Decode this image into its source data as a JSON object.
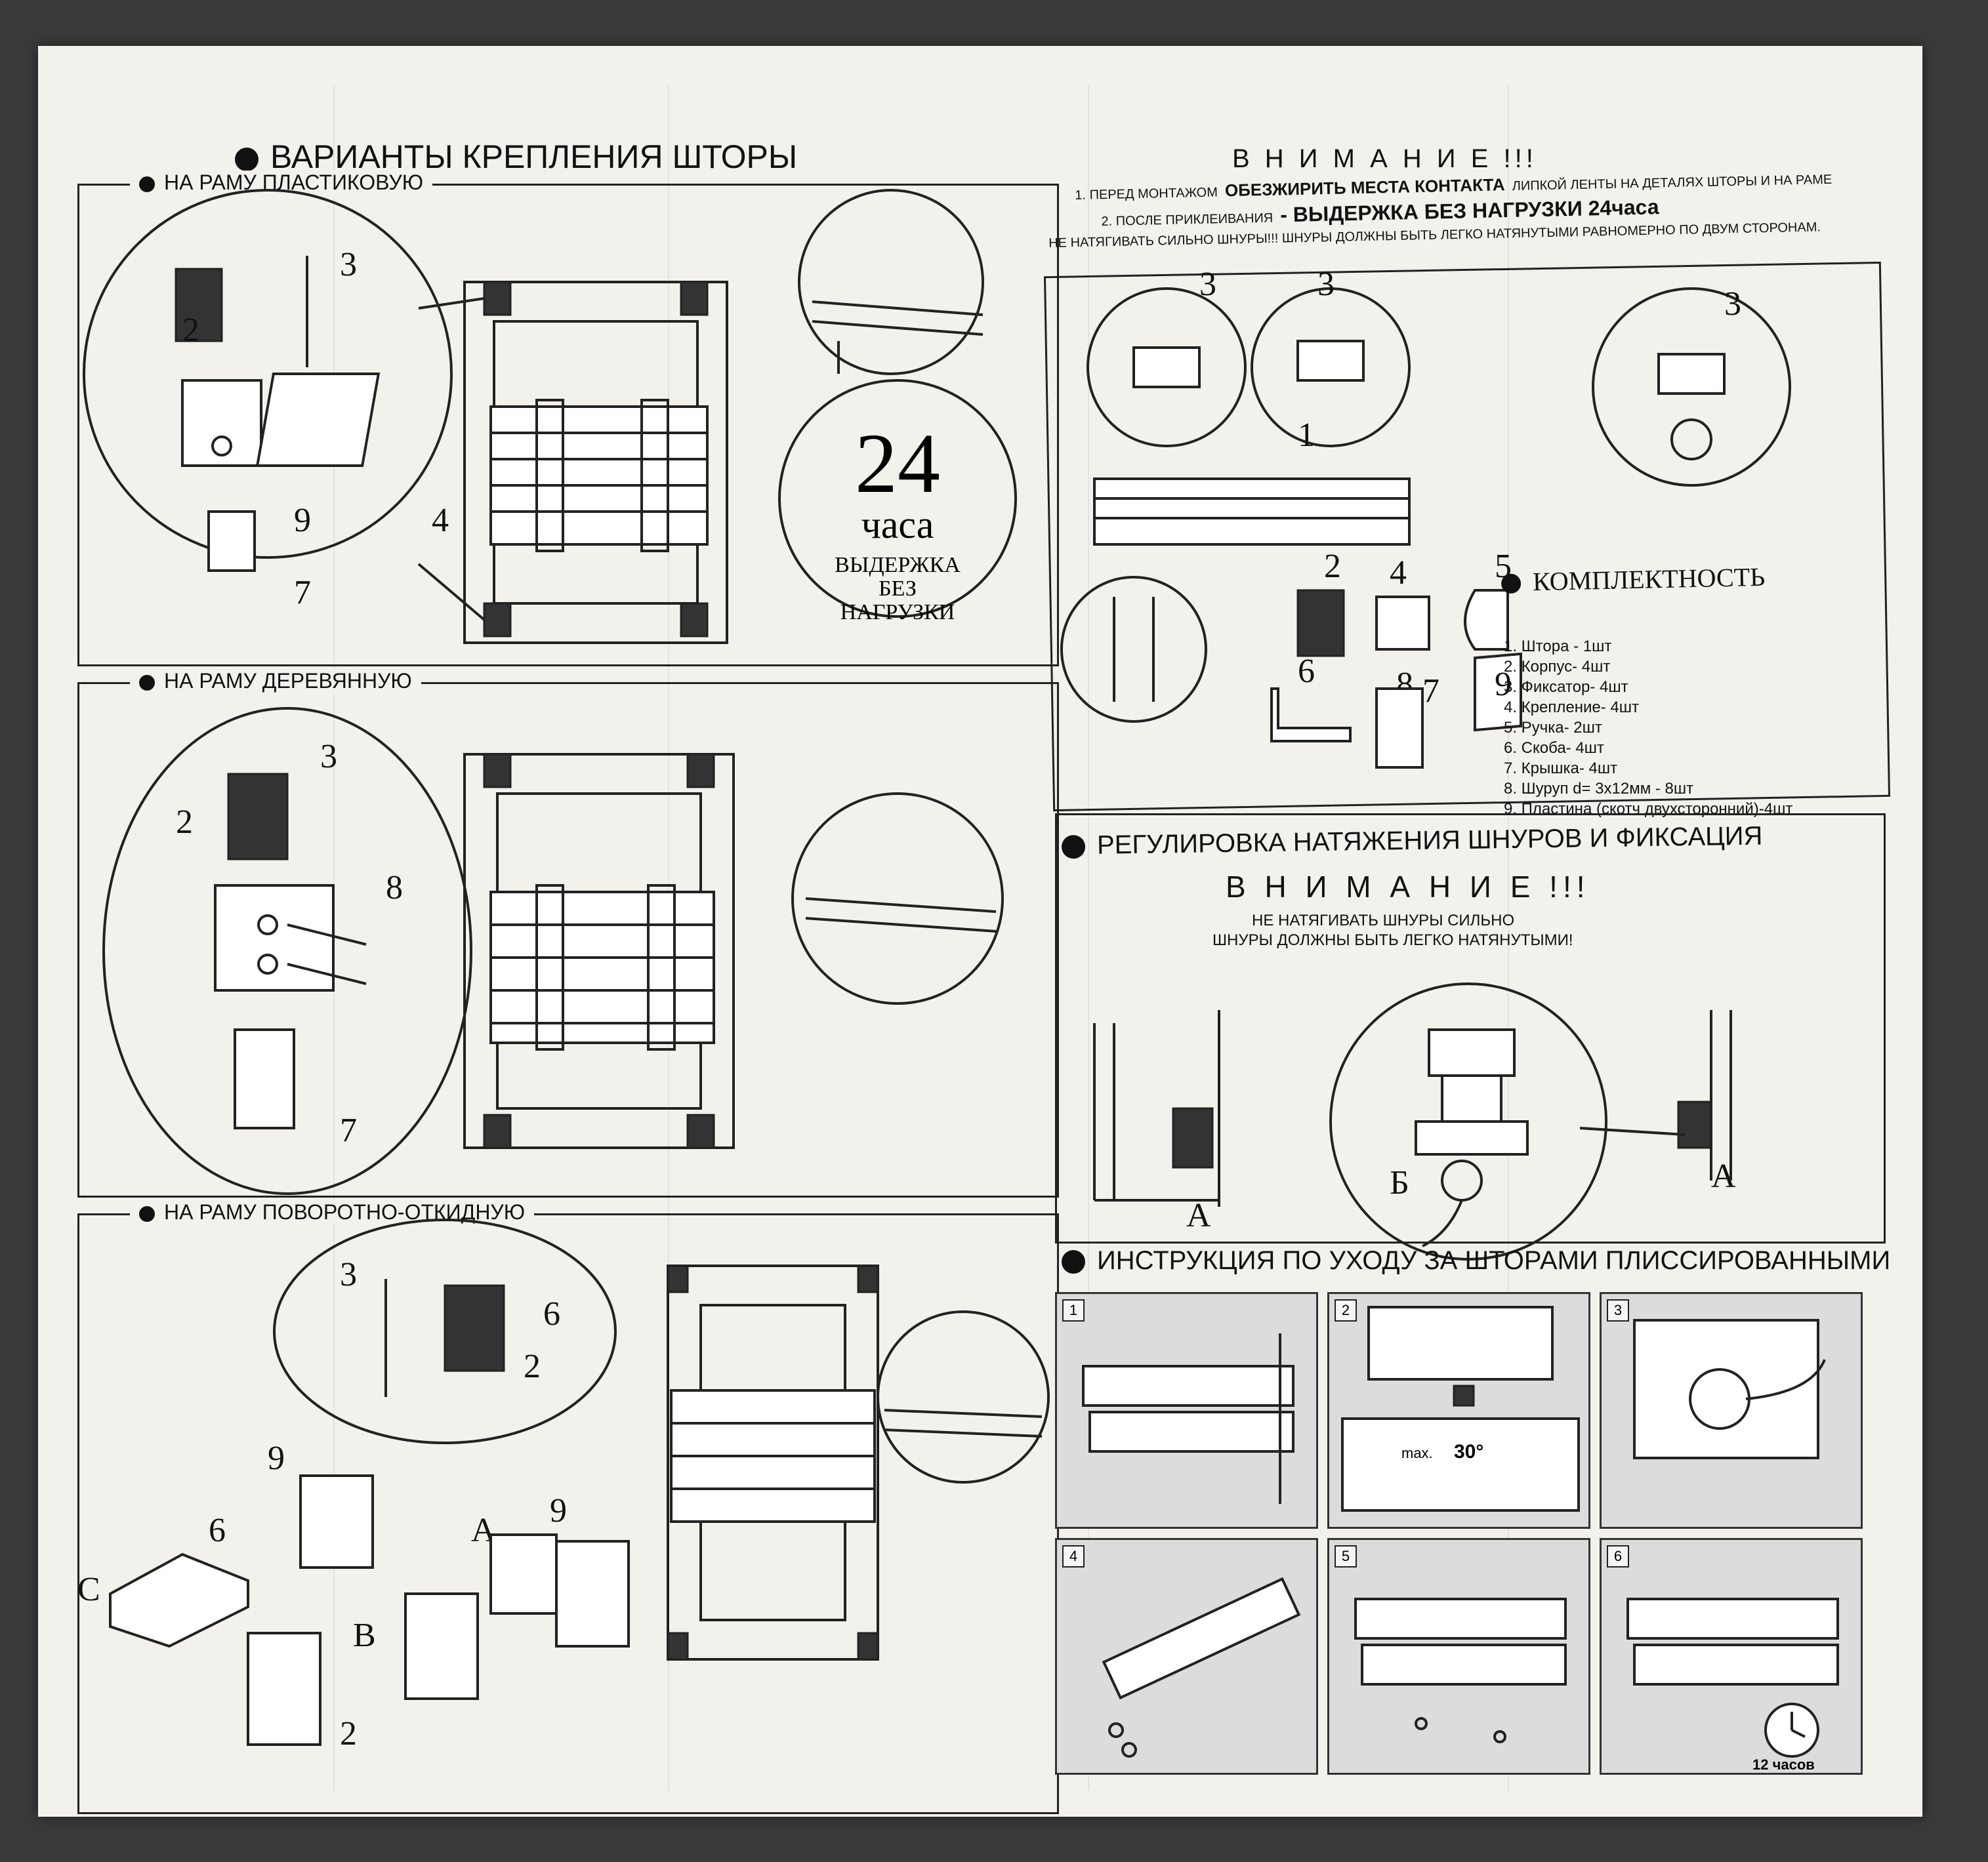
{
  "left": {
    "title": "ВАРИАНТЫ КРЕПЛЕНИЯ ШТОРЫ",
    "sections": [
      {
        "heading": "НА РАМУ ПЛАСТИКОВУЮ",
        "labels": [
          "3",
          "2",
          "9",
          "4",
          "7"
        ]
      },
      {
        "heading": "НА РАМУ ДЕРЕВЯННУЮ",
        "labels": [
          "3",
          "2",
          "8",
          "7"
        ]
      },
      {
        "heading": "НА РАМУ ПОВОРОТНО-ОТКИДНУЮ",
        "labels": [
          "3",
          "6",
          "2",
          "9",
          "6",
          "C",
          "B",
          "A",
          "9",
          "2"
        ]
      }
    ],
    "badge": {
      "big": "24",
      "unit": "часа",
      "line1": "ВЫДЕРЖКА",
      "line2": "БЕЗ",
      "line3": "НАГРУЗКИ"
    }
  },
  "attention": {
    "title": "В Н И М А Н И Е !!!",
    "line1_prefix": "1. ПЕРЕД МОНТАЖОМ",
    "line1_main": "ОБЕЗЖИРИТЬ МЕСТА КОНТАКТА",
    "line1_suffix": "ЛИПКОЙ ЛЕНТЫ НА ДЕТАЛЯХ ШТОРЫ И НА РАМЕ",
    "line2_prefix": "2. ПОСЛЕ ПРИКЛЕИВАНИЯ",
    "line2_main": "- ВЫДЕРЖКА БЕЗ НАГРУЗКИ 24часа",
    "line3": "НЕ НАТЯГИВАТЬ СИЛЬНО ШНУРЫ!!!    ШНУРЫ ДОЛЖНЫ БЫТЬ ЛЕГКО НАТЯНУТЫМИ РАВНОМЕРНО ПО ДВУМ СТОРОНАМ."
  },
  "kit": {
    "title": "КОМПЛЕКТНОСТЬ",
    "items": [
      "1. Штора - 1шт",
      "2. Корпус- 4шт",
      "3. Фиксатор- 4шт",
      "4. Крепление- 4шт",
      "5. Ручка- 2шт",
      "6. Скоба- 4шт",
      "7. Крышка- 4шт",
      "8. Шуруп d= 3х12мм - 8шт",
      "9. Пластина (скотч двухсторонний)-4шт"
    ],
    "labels": [
      "3",
      "3",
      "1",
      "3",
      "2",
      "4",
      "5",
      "8",
      "6",
      "7",
      "9"
    ]
  },
  "tension": {
    "title": "РЕГУЛИРОВКА НАТЯЖЕНИЯ ШНУРОВ  И ФИКСАЦИЯ",
    "attention": "В Н И М А Н И Е !!!",
    "line1": "НЕ НАТЯГИВАТЬ  ШНУРЫ СИЛЬНО",
    "line2": "ШНУРЫ ДОЛЖНЫ БЫТЬ ЛЕГКО НАТЯНУТЫМИ!",
    "labels": [
      "Б",
      "А",
      "А"
    ]
  },
  "care": {
    "title": "ИНСТРУКЦИЯ ПО УХОДУ ЗА ШТОРАМИ  ПЛИССИРОВАННЫМИ",
    "steps": [
      "1",
      "2",
      "3",
      "4",
      "5",
      "6"
    ],
    "max_label": "max.",
    "temp": "30°",
    "hours": "12 часов"
  }
}
